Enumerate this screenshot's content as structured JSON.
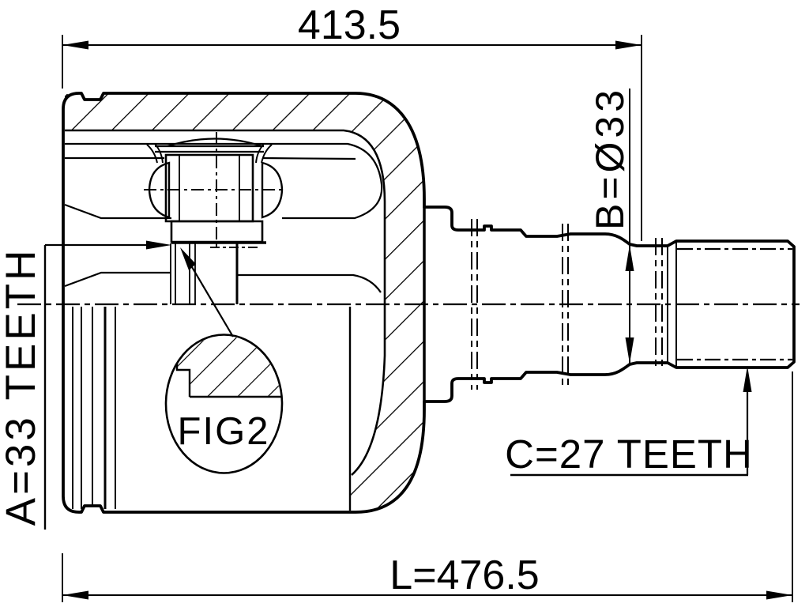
{
  "drawing": {
    "background": "#ffffff",
    "line_color": "#000000",
    "labels": {
      "dim_width": "413.5",
      "dim_length": "L=476.5",
      "dim_diameter": "B=Ø33",
      "spline_a": "A=33 TEETH",
      "spline_c": "C=27 TEETH",
      "detail": "FIG2"
    }
  }
}
